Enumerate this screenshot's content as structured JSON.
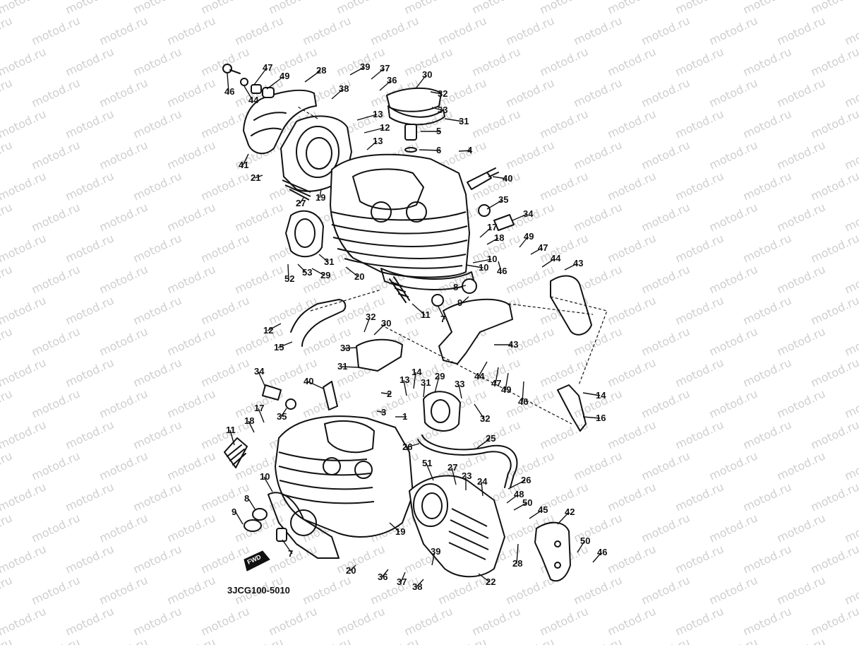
{
  "watermark": {
    "text": "motod.ru"
  },
  "diagram": {
    "code": "3JCG100-5010",
    "fwd_label": "FWD",
    "callouts": [
      "46",
      "47",
      "49",
      "44",
      "28",
      "38",
      "39",
      "37",
      "36",
      "30",
      "32",
      "33",
      "31",
      "13",
      "12",
      "5",
      "6",
      "4",
      "13",
      "41",
      "21",
      "19",
      "27",
      "40",
      "35",
      "34",
      "17",
      "18",
      "49",
      "47",
      "44",
      "43",
      "46",
      "10",
      "10",
      "8",
      "9",
      "7",
      "11",
      "20",
      "31",
      "29",
      "53",
      "52",
      "12",
      "15",
      "32",
      "30",
      "33",
      "31",
      "43",
      "44",
      "47",
      "49",
      "46",
      "14",
      "16",
      "34",
      "40",
      "35",
      "17",
      "18",
      "11",
      "10",
      "8",
      "9",
      "7",
      "2",
      "3",
      "1",
      "13",
      "14",
      "29",
      "31",
      "33",
      "32",
      "25",
      "26",
      "51",
      "27",
      "23",
      "24",
      "26",
      "48",
      "50",
      "45",
      "42",
      "50",
      "46",
      "19",
      "20",
      "36",
      "37",
      "38",
      "39",
      "28",
      "22"
    ]
  }
}
